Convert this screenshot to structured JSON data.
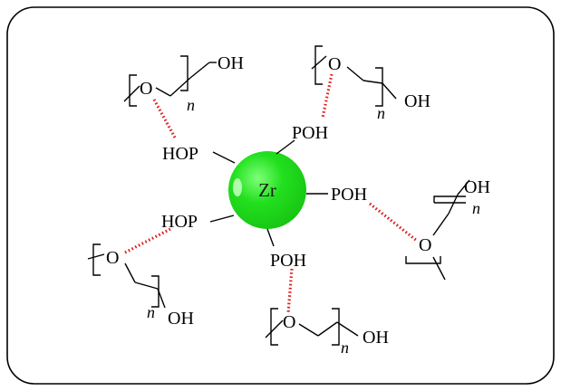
{
  "diagram": {
    "center": {
      "label": "Zr",
      "color": "#22e01e"
    },
    "hbond_color": "#e01b1b",
    "linker_labels": [
      "POH",
      "HOP",
      "POH",
      "HOP",
      "POH"
    ],
    "chain_units": [
      {
        "oxygen": "O",
        "terminal": "OH",
        "repeat": "n"
      },
      {
        "oxygen": "O",
        "terminal": "OH",
        "repeat": "n"
      },
      {
        "oxygen": "O",
        "terminal": "OH",
        "repeat": "n"
      },
      {
        "oxygen": "O",
        "terminal": "OH",
        "repeat": "n"
      },
      {
        "oxygen": "O",
        "terminal": "OH",
        "repeat": "n"
      }
    ]
  }
}
